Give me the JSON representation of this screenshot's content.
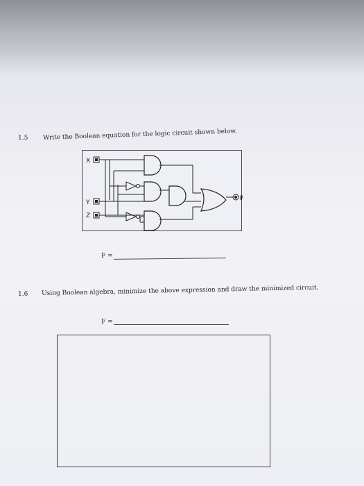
{
  "q15": {
    "number": "1.5",
    "text": "Write the Boolean equation for the logic circuit shown below.",
    "f_label": "F ="
  },
  "circuit": {
    "inputs": [
      "X",
      "Y",
      "Z"
    ],
    "output": "F"
  },
  "q16": {
    "number": "1.6",
    "text": "Using Boolean algebra, minimize the above expression and draw the minimized circuit.",
    "f_label": "F ="
  }
}
